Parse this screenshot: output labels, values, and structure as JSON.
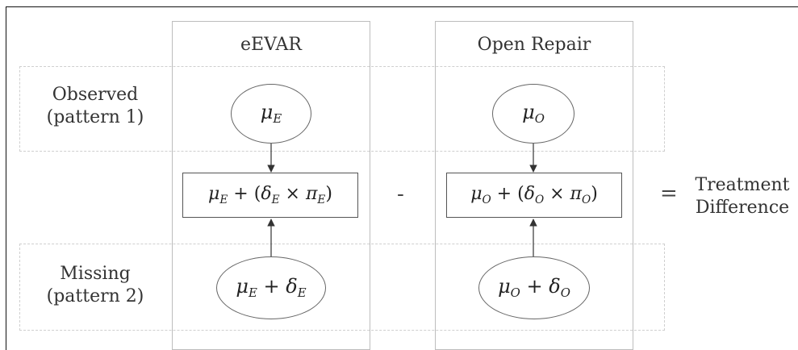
{
  "columns": {
    "eevar": "eEVAR",
    "open": "Open Repair"
  },
  "rows": {
    "observed": [
      "Observed",
      "(pattern 1)"
    ],
    "missing": [
      "Missing",
      "(pattern 2)"
    ]
  },
  "operators": {
    "minus": "-",
    "equals": "="
  },
  "result": [
    "Treatment",
    "Difference"
  ],
  "nodes": {
    "mu_e": "μ_E",
    "mu_o": "μ_O",
    "mu_e_adj": "μ_E + (δ_E × π_E)",
    "mu_o_adj": "μ_O + (δ_O × π_O)",
    "mu_e_delta": "μ_E + δ_E",
    "mu_o_delta": "μ_O + δ_O"
  }
}
